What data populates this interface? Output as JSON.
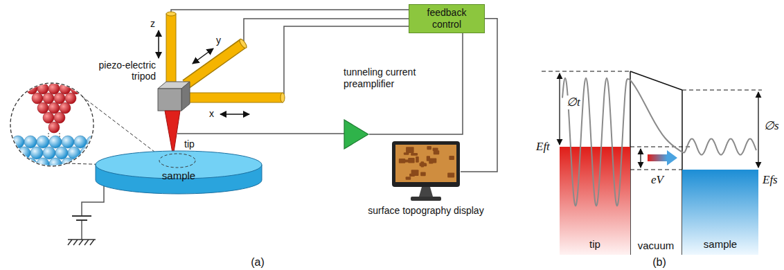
{
  "diagram": {
    "nodes": [
      {
        "text": [
          "feedback control"
        ]
      },
      {
        "text": [
          "tunneling current preamplifier"
        ]
      },
      {
        "text": [
          "sample"
        ]
      },
      {
        "text": [
          "surface topography display"
        ]
      },
      {
        "text": [
          "tip"
        ]
      },
      {
        "text": [
          "sample"
        ]
      }
    ],
    "edges": [
      {
        "from": 1,
        "to": 0,
        "arrow": "none"
      },
      {
        "from": 0,
        "to": 3,
        "arrow": "none"
      }
    ],
    "labels": [
      "piezo-electric tripod",
      "z",
      "y",
      "x",
      "tip",
      "(a)",
      "∅t",
      "Eft",
      "eV",
      "∅s",
      "Efs",
      "vacuum",
      "(b)"
    ]
  }
}
